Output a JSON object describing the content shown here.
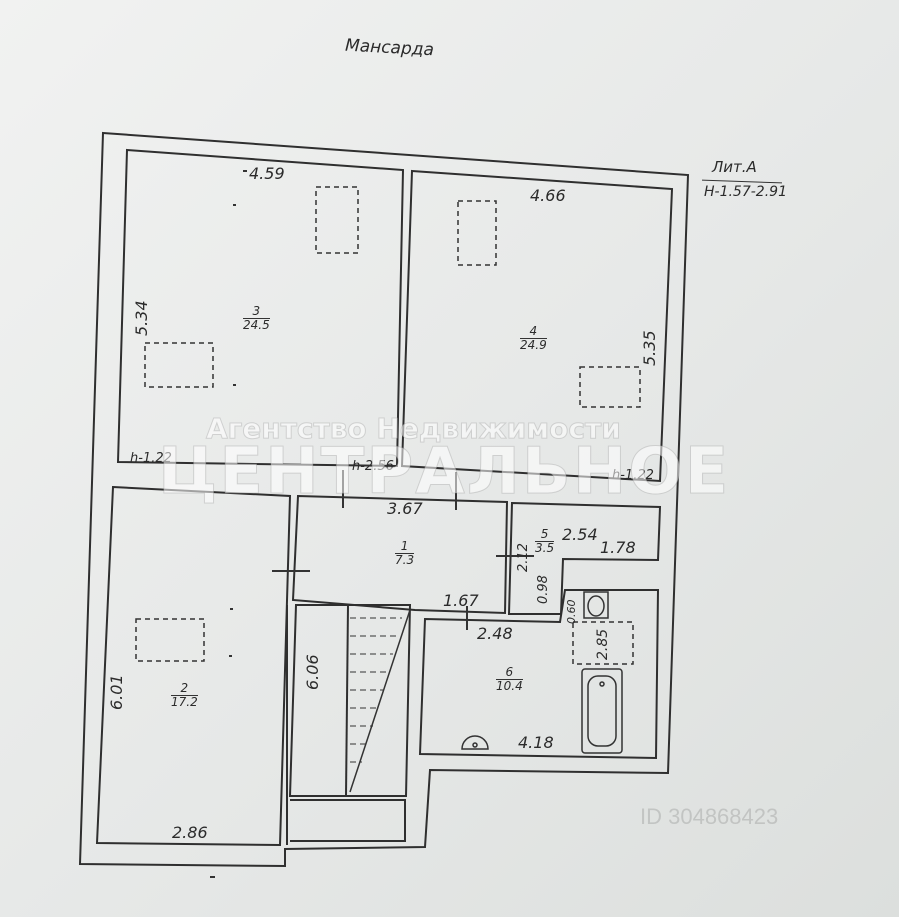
{
  "title": "Мансарда",
  "lit": {
    "label": "Лит.А",
    "height": "Н-1.57-2.91"
  },
  "rooms": [
    {
      "number": "1",
      "area": "7.3"
    },
    {
      "number": "2",
      "area": "17.2"
    },
    {
      "number": "3",
      "area": "24.5"
    },
    {
      "number": "4",
      "area": "24.9"
    },
    {
      "number": "5",
      "area": "3.5"
    },
    {
      "number": "6",
      "area": "10.4"
    }
  ],
  "dimensions": {
    "r3_top": "4.59",
    "r3_left": "5.34",
    "r4_top": "4.66",
    "r4_right": "5.35",
    "h_left": "h-1.22",
    "h_mid": "h-2.56",
    "h_right": "h-1.22",
    "r1_top": "3.67",
    "r1_bottom": "1.67",
    "r5_a": "2.54",
    "r5_b": "1.78",
    "r5_c": "2.12",
    "r5_d": "0.98",
    "r6_top": "2.48",
    "r6_bottom": "4.18",
    "r6_side": "2.85",
    "r6_small": "0.60",
    "r2_left": "6.01",
    "r2_bottom": "2.86",
    "stair": "6.06"
  },
  "watermark": {
    "line1": "Агентство Недвижимости",
    "line2": "ЦЕНТРАЛЬНОЕ",
    "id_text": "ID 304868423"
  }
}
